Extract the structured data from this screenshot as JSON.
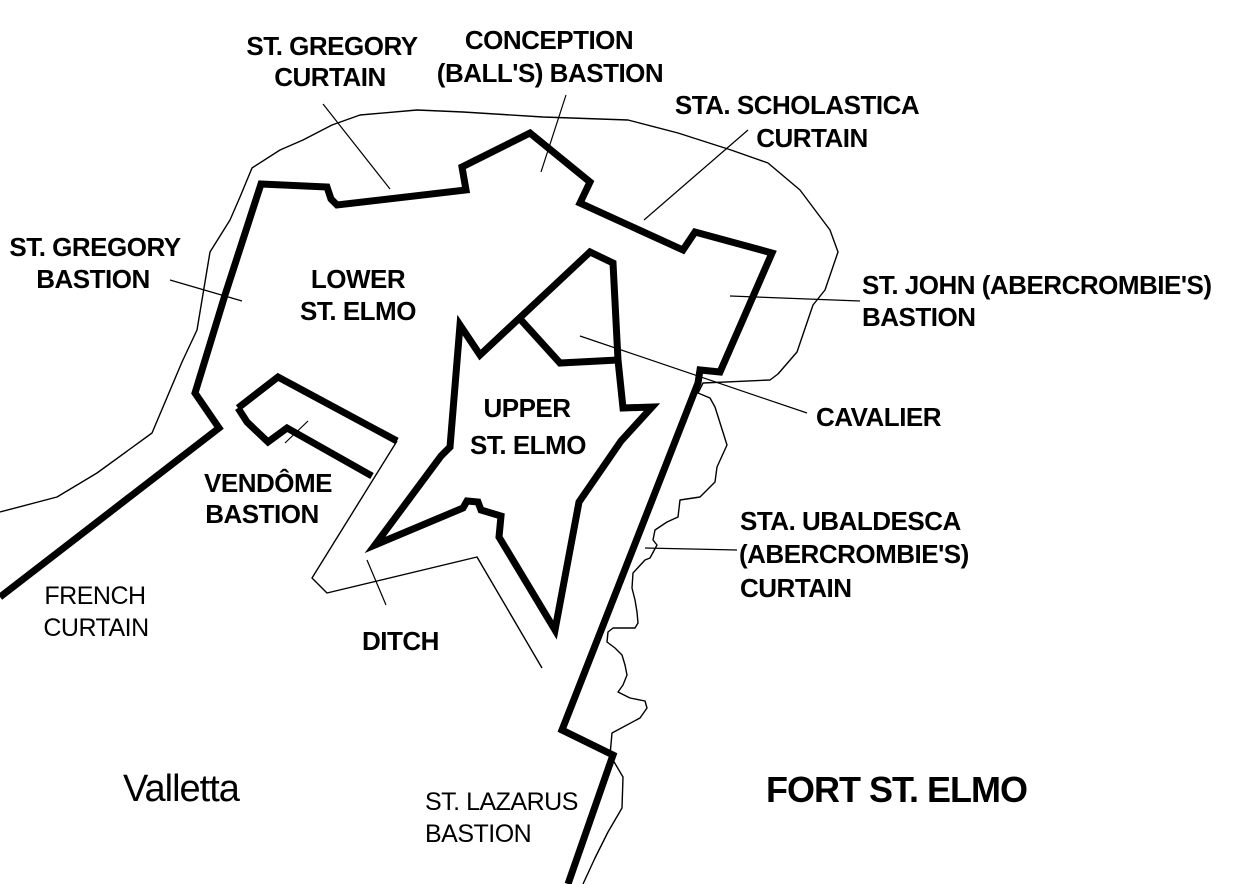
{
  "figure": {
    "title": "FORT ST. ELMO",
    "city": "Valletta",
    "type": "fortification-plan-map"
  },
  "colors": {
    "ink": "#000000",
    "background": "#ffffff"
  },
  "labels": {
    "st_gregory_curtain": {
      "line1": "ST. GREGORY",
      "line2": "CURTAIN"
    },
    "conception_bastion": {
      "line1": "CONCEPTION",
      "line2": "(BALL'S) BASTION"
    },
    "sta_scholastica_curtain": {
      "line1": "STA. SCHOLASTICA",
      "line2": "CURTAIN"
    },
    "st_gregory_bastion": {
      "line1": "ST. GREGORY",
      "line2": "BASTION"
    },
    "lower_st_elmo": {
      "line1": "LOWER",
      "line2": "ST. ELMO"
    },
    "st_john_bastion": {
      "line1": "ST. JOHN (ABERCROMBIE'S)",
      "line2": "BASTION"
    },
    "cavalier": {
      "line1": "CAVALIER"
    },
    "upper_st_elmo": {
      "line1": "UPPER",
      "line2": "ST. ELMO"
    },
    "vendome_bastion": {
      "line1": "VENDÔME",
      "line2": "BASTION"
    },
    "french_curtain": {
      "line1": "FRENCH",
      "line2": "CURTAIN"
    },
    "ditch": {
      "line1": "DITCH"
    },
    "sta_ubaldesca_curtain": {
      "line1": "STA. UBALDESCA",
      "line2": "(ABERCROMBIE'S)",
      "line3": "CURTAIN"
    },
    "valletta": {
      "line1": "Valletta"
    },
    "st_lazarus_bastion": {
      "line1": "ST. LAZARUS",
      "line2": "BASTION"
    },
    "fort_title": {
      "line1": "FORT ST. ELMO"
    }
  }
}
